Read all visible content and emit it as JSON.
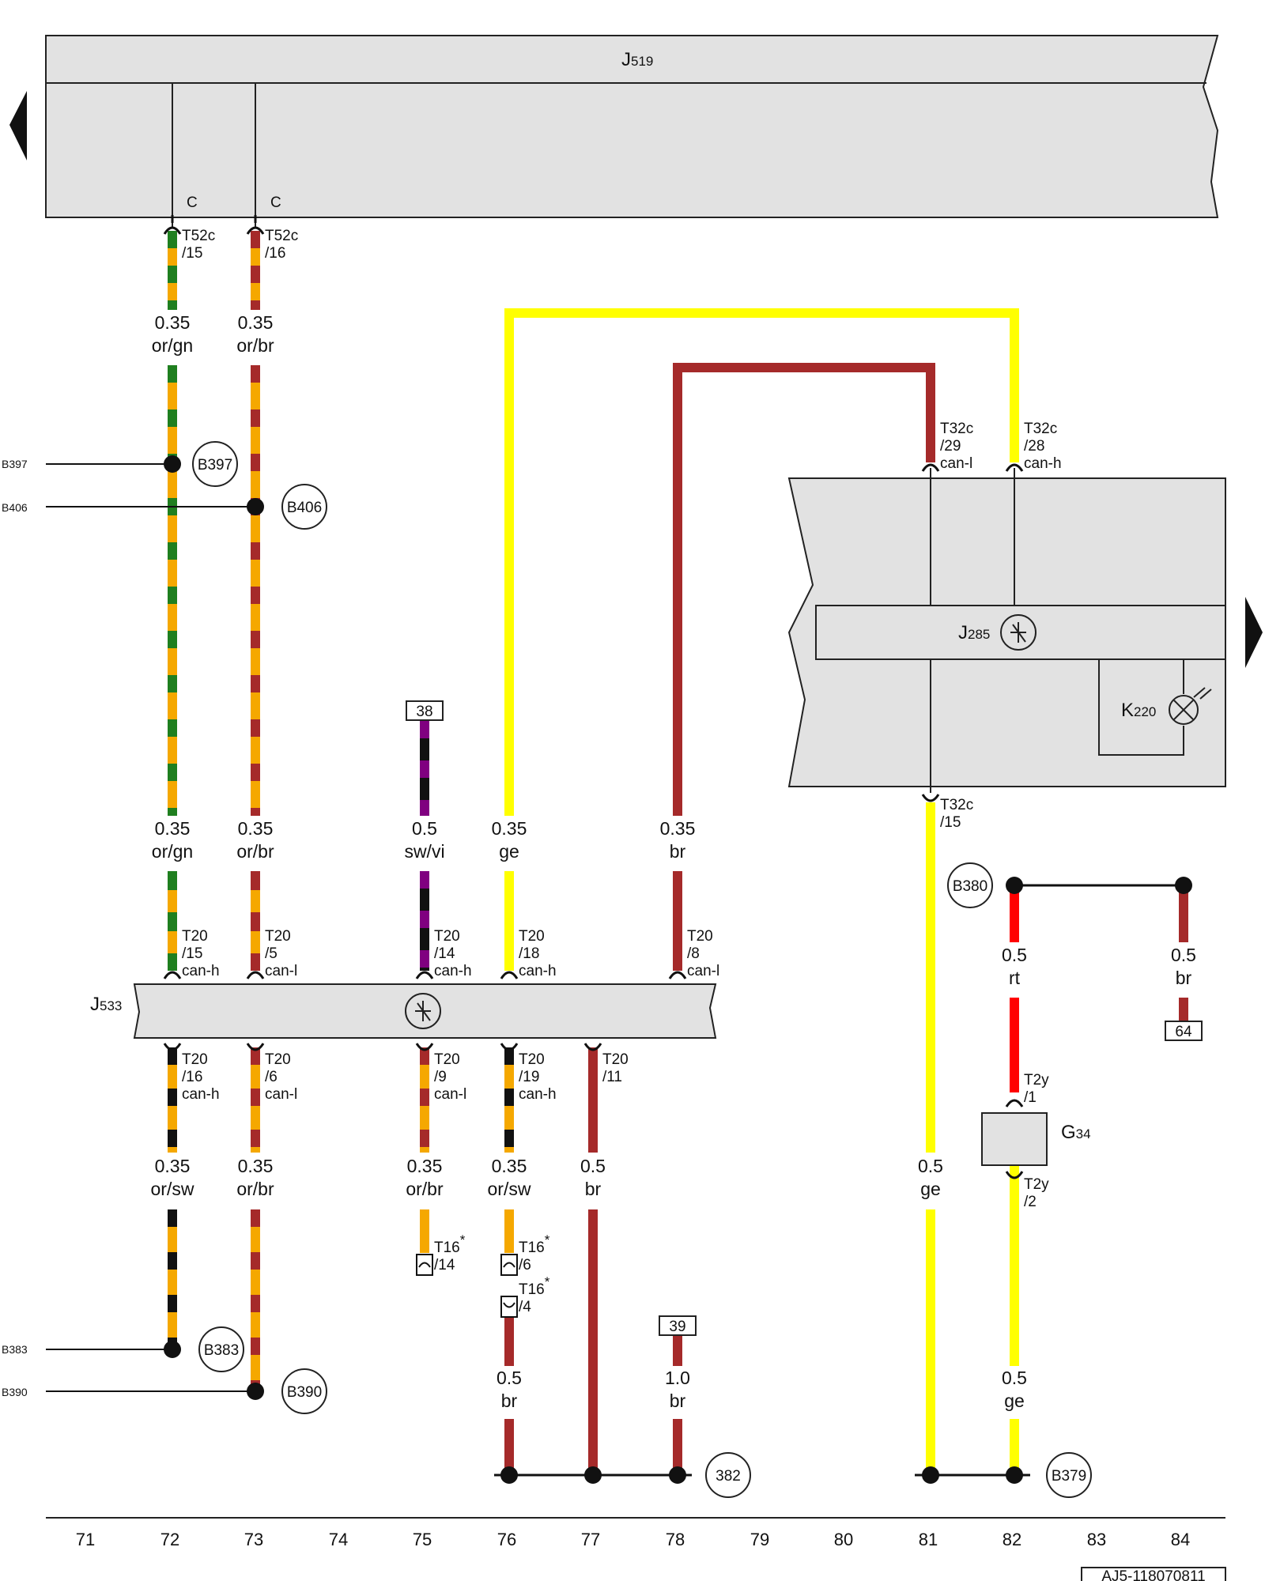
{
  "module_j519": {
    "label": "J",
    "sub": "519"
  },
  "module_j533": {
    "label": "J",
    "sub": "533"
  },
  "module_j285": {
    "label": "J",
    "sub": "285"
  },
  "lamp_k220": {
    "label": "K",
    "sub": "220"
  },
  "sensor_g34": {
    "label": "G",
    "sub": "34"
  },
  "c_marks": [
    "C",
    "C"
  ],
  "connectors": {
    "t52c_15": [
      "T52c",
      "/15"
    ],
    "t52c_16": [
      "T52c",
      "/16"
    ],
    "t32c_29": [
      "T32c",
      "/29",
      "can-l"
    ],
    "t32c_28": [
      "T32c",
      "/28",
      "can-h"
    ],
    "t32c_15": [
      "T32c",
      "/15"
    ],
    "t20_15": [
      "T20",
      "/15",
      "can-h"
    ],
    "t20_5": [
      "T20",
      "/5",
      "can-l"
    ],
    "t20_14": [
      "T20",
      "/14",
      "can-h"
    ],
    "t20_18": [
      "T20",
      "/18",
      "can-h"
    ],
    "t20_8": [
      "T20",
      "/8",
      "can-l"
    ],
    "t20_16": [
      "T20",
      "/16",
      "can-h"
    ],
    "t20_6": [
      "T20",
      "/6",
      "can-l"
    ],
    "t20_9": [
      "T20",
      "/9",
      "can-l"
    ],
    "t20_19": [
      "T20",
      "/19",
      "can-h"
    ],
    "t20_11": [
      "T20",
      "/11"
    ],
    "t16_14": [
      "T16",
      "/14",
      "*"
    ],
    "t16_6": [
      "T16",
      "/6",
      "*"
    ],
    "t16_4": [
      "T16",
      "/4",
      "*"
    ],
    "t2y_1": [
      "T2y",
      "/1"
    ],
    "t2y_2": [
      "T2y",
      "/2"
    ]
  },
  "wire_labels": {
    "w72a": [
      "0.35",
      "or/gn"
    ],
    "w73a": [
      "0.35",
      "or/br"
    ],
    "w72b": [
      "0.35",
      "or/gn"
    ],
    "w73b": [
      "0.35",
      "or/br"
    ],
    "w75b": [
      "0.5",
      "sw/vi"
    ],
    "w76b": [
      "0.35",
      "ge"
    ],
    "w78b": [
      "0.35",
      "br"
    ],
    "w72c": [
      "0.35",
      "or/sw"
    ],
    "w73c": [
      "0.35",
      "or/br"
    ],
    "w75c": [
      "0.35",
      "or/br"
    ],
    "w76c": [
      "0.35",
      "or/sw"
    ],
    "w77c": [
      "0.5",
      "br"
    ],
    "w81c": [
      "0.5",
      "ge"
    ],
    "w82a": [
      "0.5",
      "rt"
    ],
    "w84a": [
      "0.5",
      "br"
    ],
    "w76d": [
      "0.5",
      "br"
    ],
    "w78d": [
      "1.0",
      "br"
    ],
    "w82d": [
      "0.5",
      "ge"
    ]
  },
  "boxed_refs": {
    "r38": "38",
    "r39": "39",
    "r64": "64"
  },
  "circles": {
    "c397": "B397",
    "c406": "B406",
    "c383": "B383",
    "c390": "B390",
    "c380": "B380",
    "c379": "B379",
    "c382": "382"
  },
  "side_labels": {
    "s397": "B397",
    "s406": "B406",
    "s383": "B383",
    "s390": "B390"
  },
  "column_numbers": [
    "71",
    "72",
    "73",
    "74",
    "75",
    "76",
    "77",
    "78",
    "79",
    "80",
    "81",
    "82",
    "83",
    "84"
  ],
  "figure_code": "AJ5-118070811",
  "colors": {
    "module_fill": "#e2e2e2",
    "or": "#f5a800",
    "gn": "#1f7f1f",
    "br": "#a52a2a",
    "sw": "#111111",
    "vi": "#800080",
    "ge": "#ffff00",
    "rt": "#ff0000"
  }
}
